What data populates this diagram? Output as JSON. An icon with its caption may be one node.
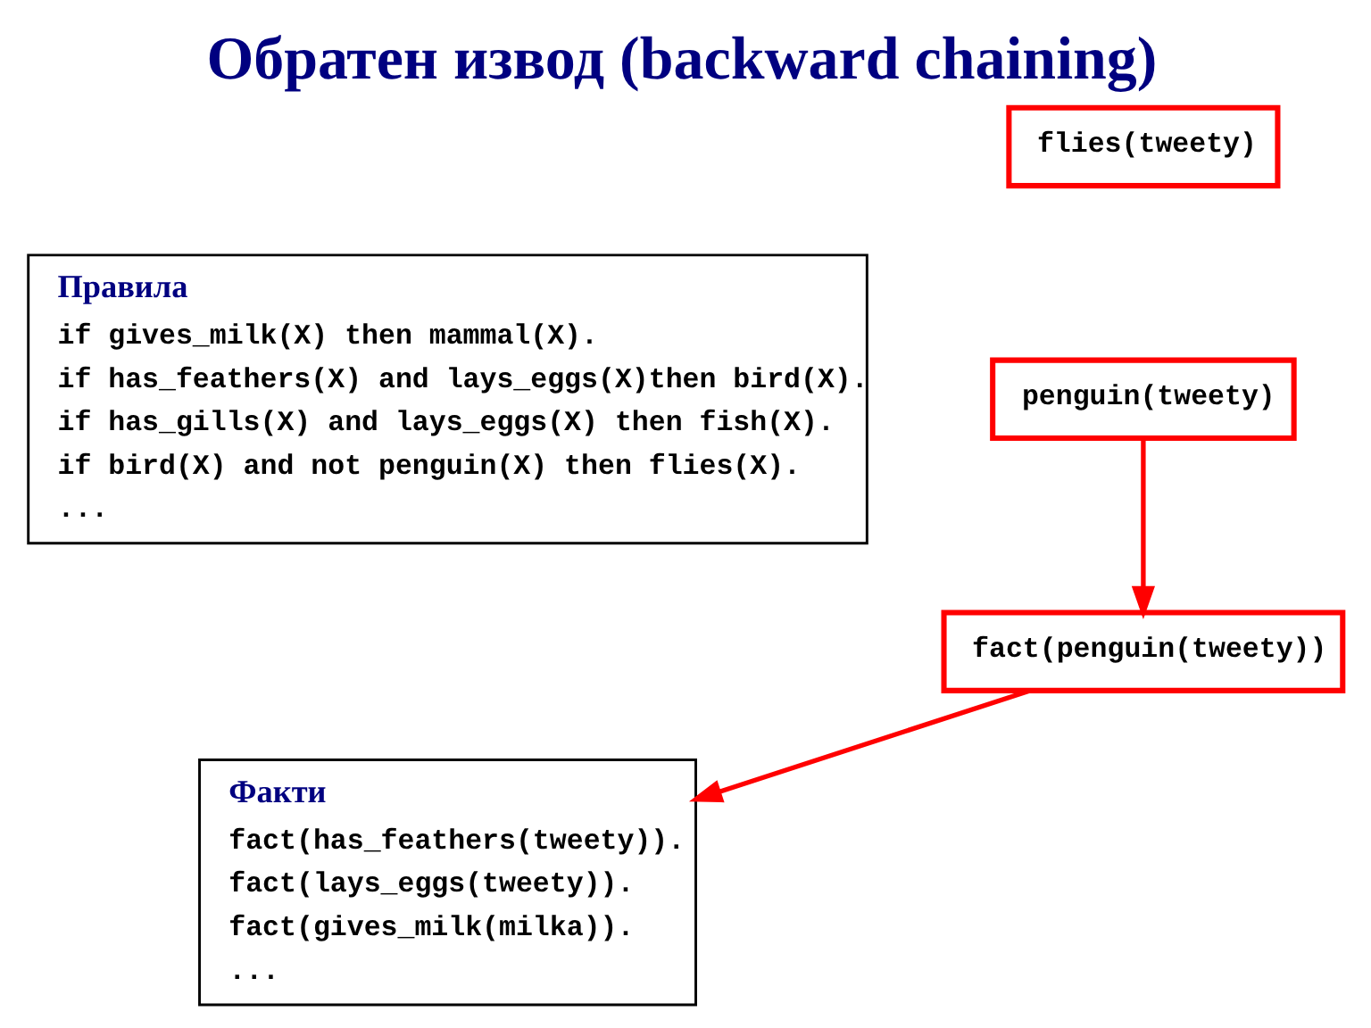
{
  "diagram": {
    "title": "Обратен извод (backward chaining)",
    "nodes": [
      {
        "text": [
          "Правила",
          "if gives_milk(X) then mammal(X).",
          "if has_feathers(X) and lays_eggs(X)then bird(X).",
          "if has_gills(X) and lays_eggs(X) then fish(X).",
          "if bird(X) and not penguin(X) then flies(X).",
          "..."
        ]
      },
      {
        "text": [
          "flies(tweety)"
        ]
      },
      {
        "text": [
          "penguin(tweety)"
        ]
      },
      {
        "text": [
          "fact(penguin(tweety))"
        ]
      },
      {
        "text": [
          "Факти",
          "fact(has_feathers(tweety)).",
          "fact(lays_eggs(tweety)).",
          "fact(gives_milk(milka)).",
          "..."
        ]
      }
    ],
    "edges": [
      {
        "from": 2,
        "to": 3,
        "arrow": "to",
        "color": "#ff0000"
      },
      {
        "from": 3,
        "to": 4,
        "arrow": "to",
        "color": "#ff0000"
      }
    ]
  }
}
